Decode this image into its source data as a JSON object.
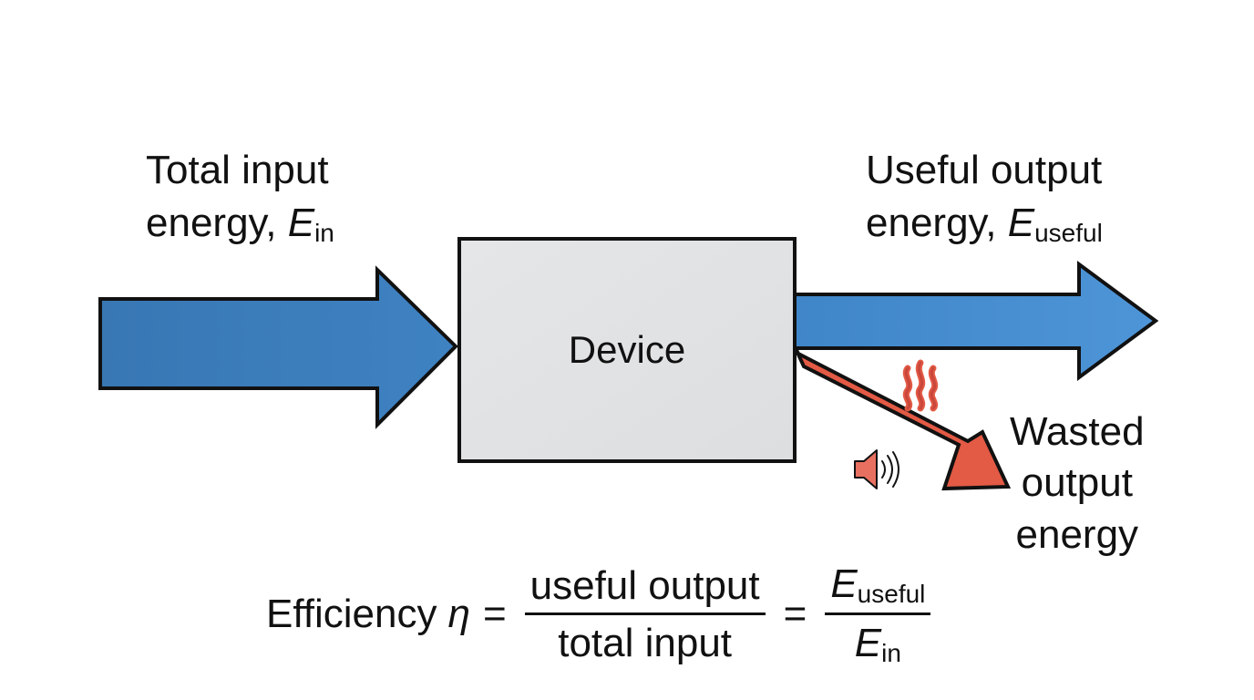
{
  "input": {
    "line1": "Total input",
    "line2_text": "energy, ",
    "symbol": "E",
    "subscript": "in"
  },
  "useful": {
    "line1": "Useful output",
    "line2_text": "energy, ",
    "symbol": "E",
    "subscript": "useful"
  },
  "wasted": {
    "line1": "Wasted",
    "line2": "output",
    "line3": "energy"
  },
  "device": {
    "label": "Device"
  },
  "formula": {
    "lead": "Efficiency",
    "eta": "η",
    "equals": "=",
    "numerator_words": "useful output",
    "denominator_words": "total input",
    "num_symbol": "E",
    "num_subscript": "useful",
    "den_symbol": "E",
    "den_subscript": "in"
  },
  "icons": {
    "heat": "heat-waves-icon",
    "sound": "speaker-sound-icon"
  },
  "colors": {
    "input_arrow": "#3a7ab8",
    "useful_arrow": "#4a8fd4",
    "wasted_arrow": "#e35a45",
    "device_fill": "#e2e4e6",
    "outline": "#111111"
  }
}
